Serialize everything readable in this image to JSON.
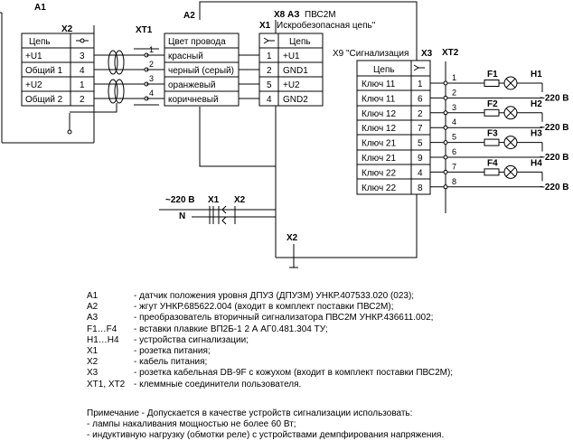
{
  "units": {
    "a1": {
      "label": "A1",
      "connector": "X2",
      "header": "Цепь",
      "rows": [
        {
          "name": "+U1",
          "pin": "3"
        },
        {
          "name": "Общий 1",
          "pin": "4"
        },
        {
          "name": "+U2",
          "pin": "1"
        },
        {
          "name": "Общий 2",
          "pin": "2"
        }
      ]
    },
    "a2": {
      "label": "A2",
      "header": "Цвет провода",
      "rows": [
        "красный",
        "черный (серый)",
        "оранжевый",
        "коричневый"
      ]
    },
    "a3": {
      "label": "АЗ",
      "title_line1": "ПВС2М",
      "title_line2": "Искробезопасная цепь\"",
      "connector_x8": "X8",
      "connector_x1": "X1",
      "x1_header": "Цепь",
      "x1_rows": [
        {
          "pin": "1",
          "name": "+U1"
        },
        {
          "pin": "2",
          "name": "GND1"
        },
        {
          "pin": "5",
          "name": "+U2"
        },
        {
          "pin": "4",
          "name": "GND2"
        }
      ],
      "x9_title": "X9 \"Сигнализация",
      "x3": "X3",
      "x9_header": "Цепь",
      "x9_rows": [
        {
          "name": "Ключ 11",
          "pin": "1"
        },
        {
          "name": "Ключ 11",
          "pin": "6"
        },
        {
          "name": "Ключ 12",
          "pin": "2"
        },
        {
          "name": "Ключ 12",
          "pin": "7"
        },
        {
          "name": "Ключ 21",
          "pin": "5"
        },
        {
          "name": "Ключ 21",
          "pin": "9"
        },
        {
          "name": "Ключ 22",
          "pin": "4"
        },
        {
          "name": "Ключ 22",
          "pin": "8"
        }
      ],
      "x2_label": "X2"
    },
    "xt1": {
      "label": "XT1",
      "pins": [
        "1",
        "2",
        "3",
        "4"
      ]
    },
    "xt2": {
      "label": "XT2",
      "pins": [
        "1",
        "2",
        "3",
        "4",
        "5",
        "6",
        "7",
        "8"
      ],
      "fuses": [
        "F1",
        "F2",
        "F3",
        "F4"
      ],
      "lamps": [
        "H1",
        "H2",
        "H3",
        "H4"
      ],
      "supply": "~220 В"
    },
    "power": {
      "supply": "~220 В",
      "neutral": "N",
      "x1": "X1",
      "x2": "X2"
    }
  },
  "legend": [
    {
      "code": "А1",
      "desc": "- датчик положения уровня ДПУЗ (ДПУЗМ) УНКР.407533.020 (023);"
    },
    {
      "code": "А2",
      "desc": "- жгут УНКР.685622.004 (входит в комплект поставки ПВС2М);"
    },
    {
      "code": "А3",
      "desc": "- преобразователь вторичный сигнализатора ПВС2М УНКР.436611.002;"
    },
    {
      "code": "F1…F4",
      "desc": "- вставки плавкие ВП2Б-1  2 А АГ0.481.304 ТУ;"
    },
    {
      "code": "H1…H4",
      "desc": " - устройства сигнализации;"
    },
    {
      "code": "X1",
      "desc": "- розетка питания;"
    },
    {
      "code": "X2",
      "desc": "- кабель питания;"
    },
    {
      "code": "X3",
      "desc": "- розетка кабельная DB-9F с кожухом (входит в комплект поставки ПВС2М);"
    },
    {
      "code": "XT1, XT2",
      "desc": " - клеммные соединители пользователя."
    }
  ],
  "notes": [
    "Примечание - Допускается в качестве устройств сигнализации использовать:",
    "- лампы накаливания мощностью не более 60 Вт;",
    "- индуктивную нагрузку (обмотки реле) с устройствами демпфирования напряжения."
  ]
}
